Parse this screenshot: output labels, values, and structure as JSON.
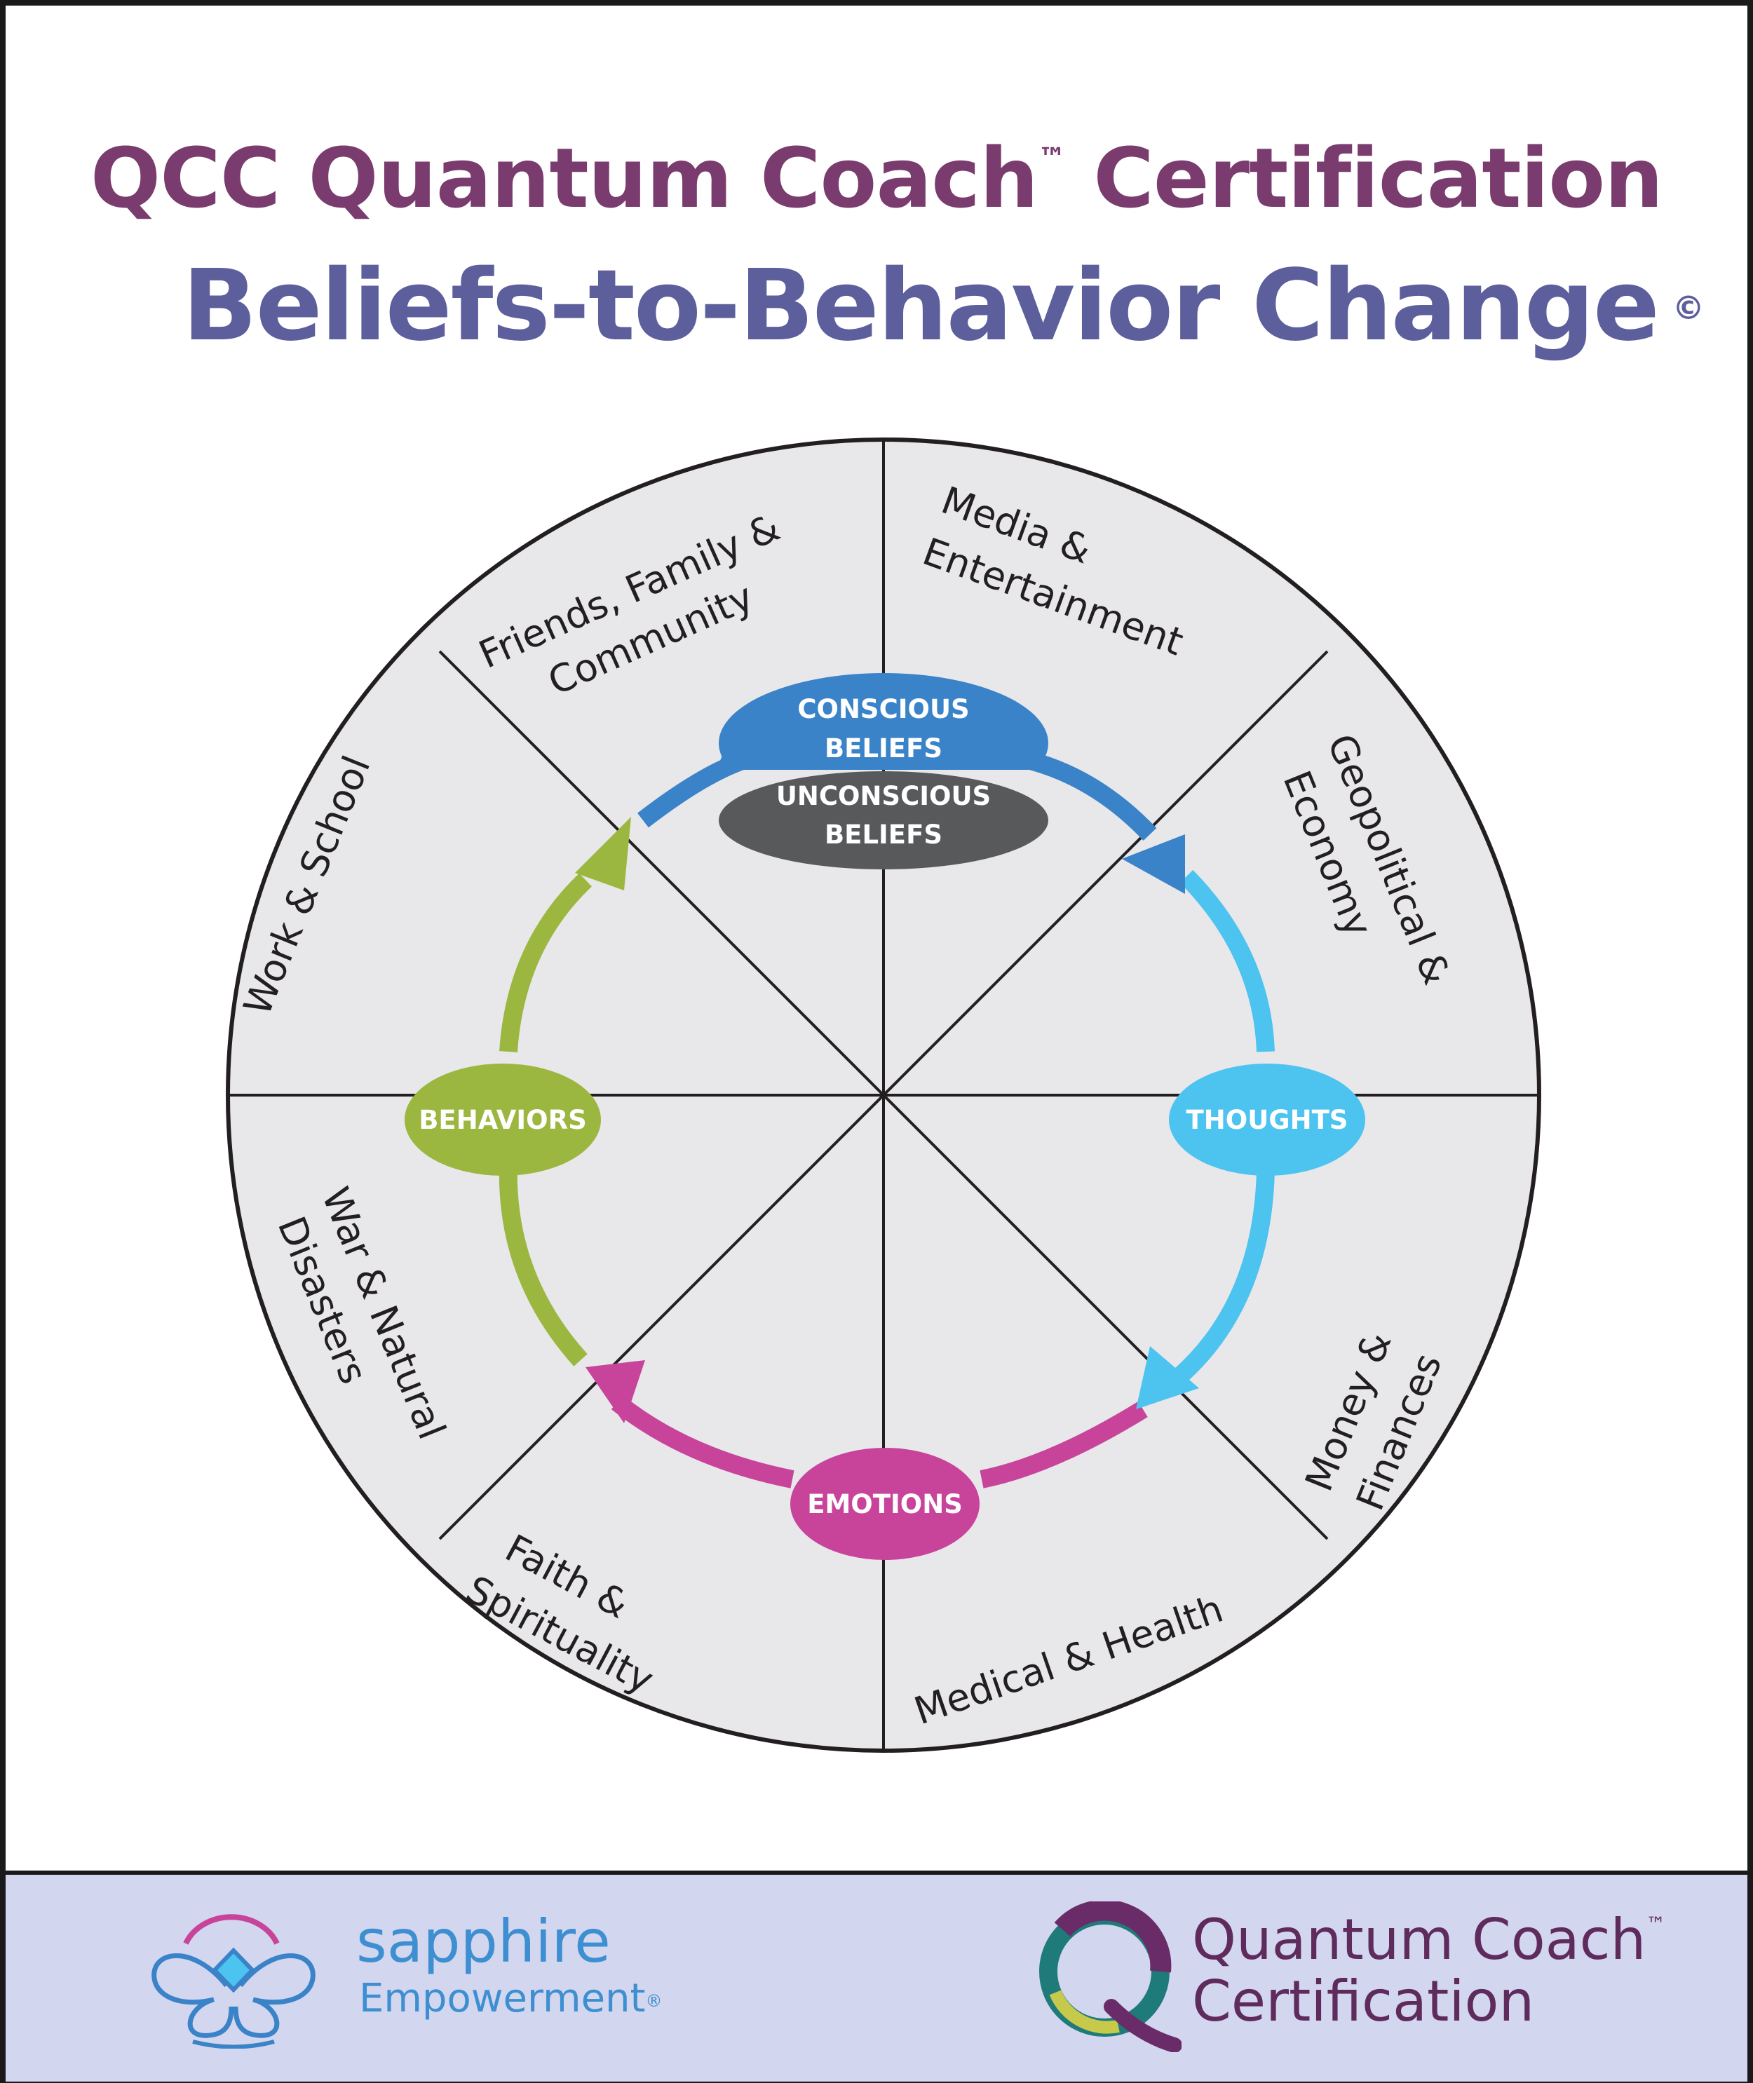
{
  "title": {
    "line1": "QCC Quantum Coach",
    "line1_tm": "™",
    "line1_rest": "Certification",
    "line2": "Beliefs-to-Behavior Change",
    "line2_copyright": "©"
  },
  "wheel": {
    "segments": [
      {
        "id": "friends",
        "lines": [
          "Friends, Family &",
          "Community"
        ]
      },
      {
        "id": "media",
        "lines": [
          "Media &",
          "Entertainment"
        ]
      },
      {
        "id": "geopolitical",
        "lines": [
          "Geopolitical &",
          "Economy"
        ]
      },
      {
        "id": "money",
        "lines": [
          "Money &",
          "Finances"
        ]
      },
      {
        "id": "medical",
        "lines": [
          "Medical & Health"
        ]
      },
      {
        "id": "faith",
        "lines": [
          "Faith &",
          "Spirituality"
        ]
      },
      {
        "id": "war",
        "lines": [
          "War & Natural",
          "Disasters"
        ]
      },
      {
        "id": "work",
        "lines": [
          "Work & School"
        ]
      }
    ],
    "nodes": {
      "conscious": [
        "CONSCIOUS",
        "BELIEFS"
      ],
      "unconscious": [
        "UNCONSCIOUS",
        "BELIEFS"
      ],
      "thoughts": "THOUGHTS",
      "emotions": "EMOTIONS",
      "behaviors": "BEHAVIORS"
    },
    "colors": {
      "wheel_fill": "#e8e8ea",
      "beliefs": "#3a83c8",
      "unconscious": "#58595b",
      "thoughts": "#4dc3f0",
      "emotions": "#c8449b",
      "behaviors": "#9bb73f"
    }
  },
  "footer": {
    "sapphire": "sapphire",
    "empowerment": "Empowerment",
    "empowerment_reg": "®",
    "qc_line1": "Quantum Coach",
    "qc_tm": "™",
    "qc_line2": "Certification",
    "colors": {
      "sapphire": "#3d8fd1",
      "qc": "#5e2b5c",
      "band": "#d3d6ef"
    }
  }
}
